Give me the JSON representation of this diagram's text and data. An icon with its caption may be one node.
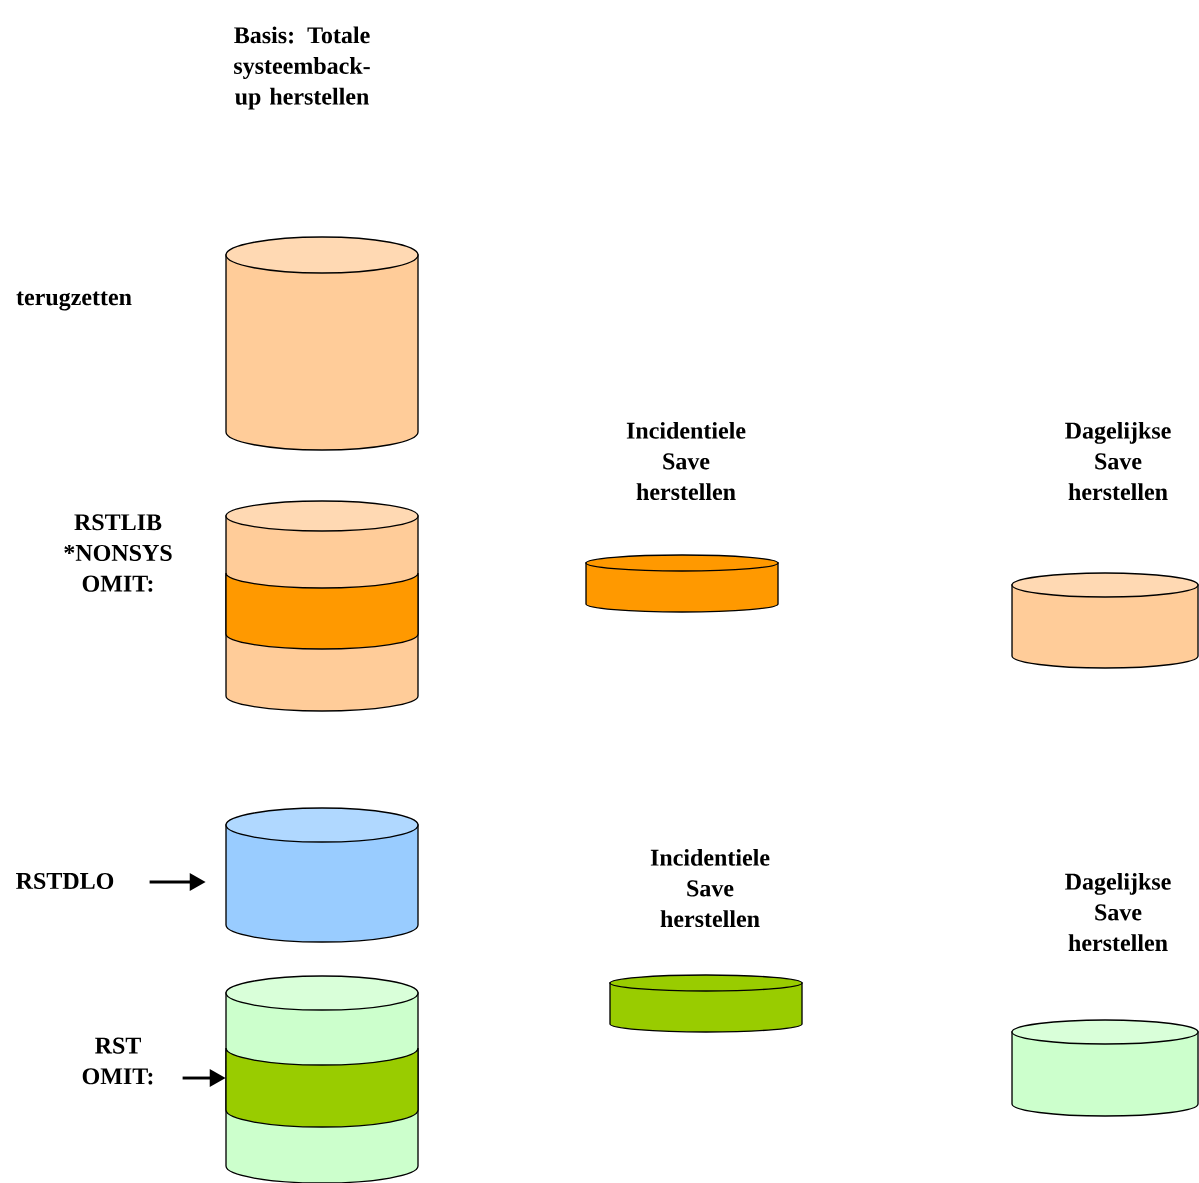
{
  "diagram": {
    "nodes": [
      {
        "text": [],
        "shape": "cylinder",
        "beside": [
          "terugzetten"
        ]
      },
      {
        "text": [],
        "shape": "cylinder",
        "beside": [
          "RSTLIB *NONSYS OMIT:"
        ]
      },
      {
        "text": [],
        "shape": "cylinder",
        "beside": [
          "Incidentiele Save herstellen"
        ]
      },
      {
        "text": [],
        "shape": "cylinder",
        "beside": [
          "Dagelijkse Save herstellen"
        ]
      },
      {
        "text": [
          "RSTDLO"
        ]
      },
      {
        "text": [],
        "shape": "cylinder"
      },
      {
        "text": [
          "RST OMIT:"
        ]
      },
      {
        "text": [],
        "shape": "cylinder"
      },
      {
        "text": [],
        "shape": "cylinder",
        "beside": [
          "Incidentiele Save herstellen"
        ]
      },
      {
        "text": [],
        "shape": "cylinder",
        "beside": [
          "Dagelijkse Save herstellen"
        ]
      }
    ],
    "edges": [
      {
        "from": 4,
        "to": 5,
        "arrow": "to"
      },
      {
        "from": 6,
        "to": 7,
        "arrow": "to"
      }
    ],
    "labels": [
      "Basis: Totale systeemback-up herstellen"
    ]
  }
}
